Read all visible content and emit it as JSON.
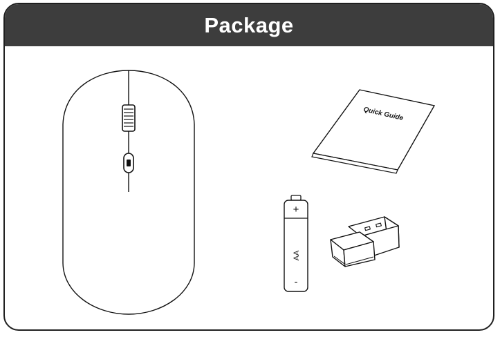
{
  "header": {
    "title": "Package"
  },
  "items": {
    "quick_guide": {
      "label": "Quick Guide"
    },
    "battery": {
      "type_label": "AA",
      "plus_sign": "+",
      "minus_sign": "-"
    },
    "mouse": {
      "icon": "wireless-mouse"
    },
    "receiver": {
      "icon": "usb-receiver"
    }
  },
  "colors": {
    "header_bg": "#3d3d3d",
    "header_text": "#ffffff",
    "outline": "#1f1f1f"
  }
}
